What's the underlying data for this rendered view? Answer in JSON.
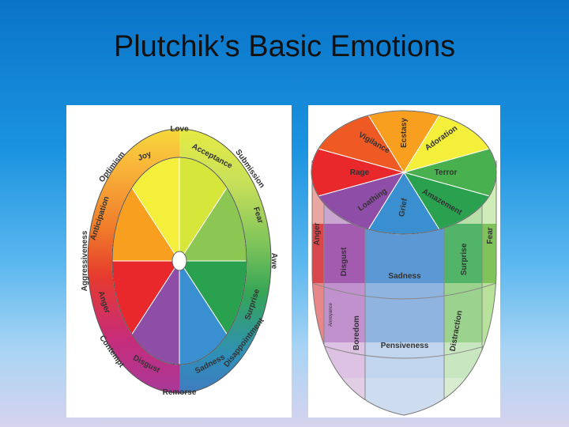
{
  "title": "Plutchik’s Basic Emotions",
  "colors": {
    "yellow": "#f6f12d",
    "light_yellow": "#f4f58c",
    "orange": "#f99f1f",
    "red": "#e8282b",
    "light_green": "#8cc653",
    "green": "#2aa14f",
    "blue": "#3a8fd1",
    "purple": "#8e4da6",
    "magenta": "#c72d8f"
  },
  "wheel": {
    "inner": [
      "Love",
      "Joy",
      "Acceptance",
      "Submission",
      "Fear",
      "Awe",
      "Surprise",
      "Disappointment",
      "Sadness",
      "Remorse",
      "Disgust",
      "Contempt",
      "Anger",
      "Aggressiveness",
      "Anticipation",
      "Optimism"
    ]
  },
  "cone": {
    "top": [
      "Ecstasy",
      "Adoration",
      "Terror",
      "Amazement",
      "Grief",
      "Loathing",
      "Rage",
      "Vigilance"
    ],
    "middle": [
      "Sadness",
      "Disgust",
      "Surprise",
      "Anger",
      "Fear"
    ],
    "lower": [
      "Pensiveness",
      "Boredom",
      "Distraction",
      "Annoyance"
    ]
  }
}
